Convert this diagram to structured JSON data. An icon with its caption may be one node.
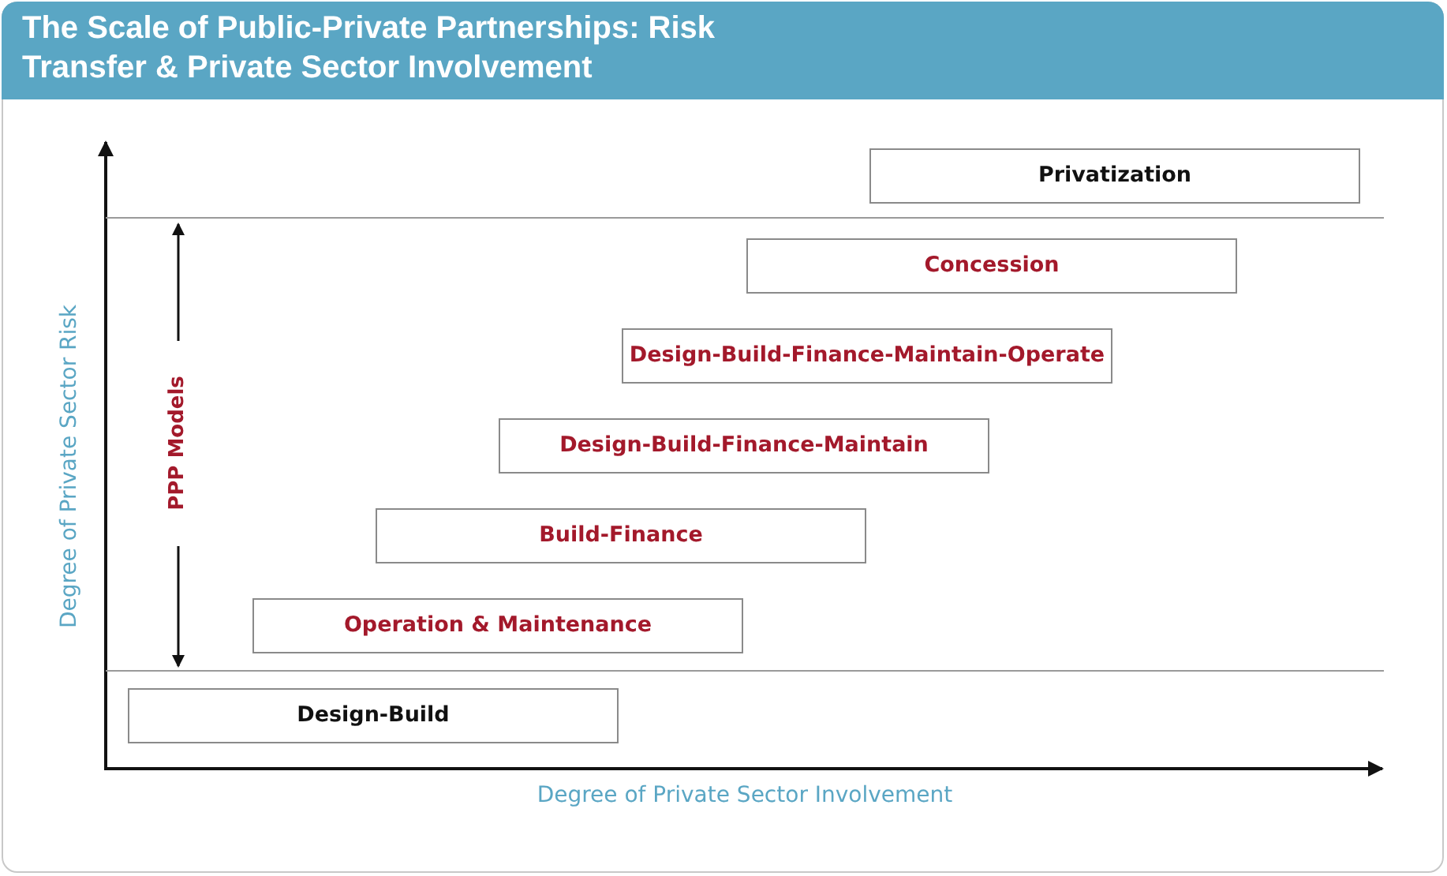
{
  "diagram": {
    "title": "The Scale of Public-Private Partnerships: Risk Transfer & Private Sector Involvement",
    "nodes": [
      {
        "text": [
          "Privatization"
        ]
      },
      {
        "text": [
          "Concession"
        ]
      },
      {
        "text": [
          "Design-Build-Finance-Maintain-Operate"
        ]
      },
      {
        "text": [
          "Design-Build-Finance-Maintain"
        ]
      },
      {
        "text": [
          "Build-Finance"
        ]
      },
      {
        "text": [
          "Operation & Maintenance"
        ]
      },
      {
        "text": [
          "Design-Build"
        ]
      }
    ],
    "labels": [
      "PPP Models",
      "Degree of Private Sector Risk",
      "Degree of Private Sector Involvement"
    ]
  }
}
